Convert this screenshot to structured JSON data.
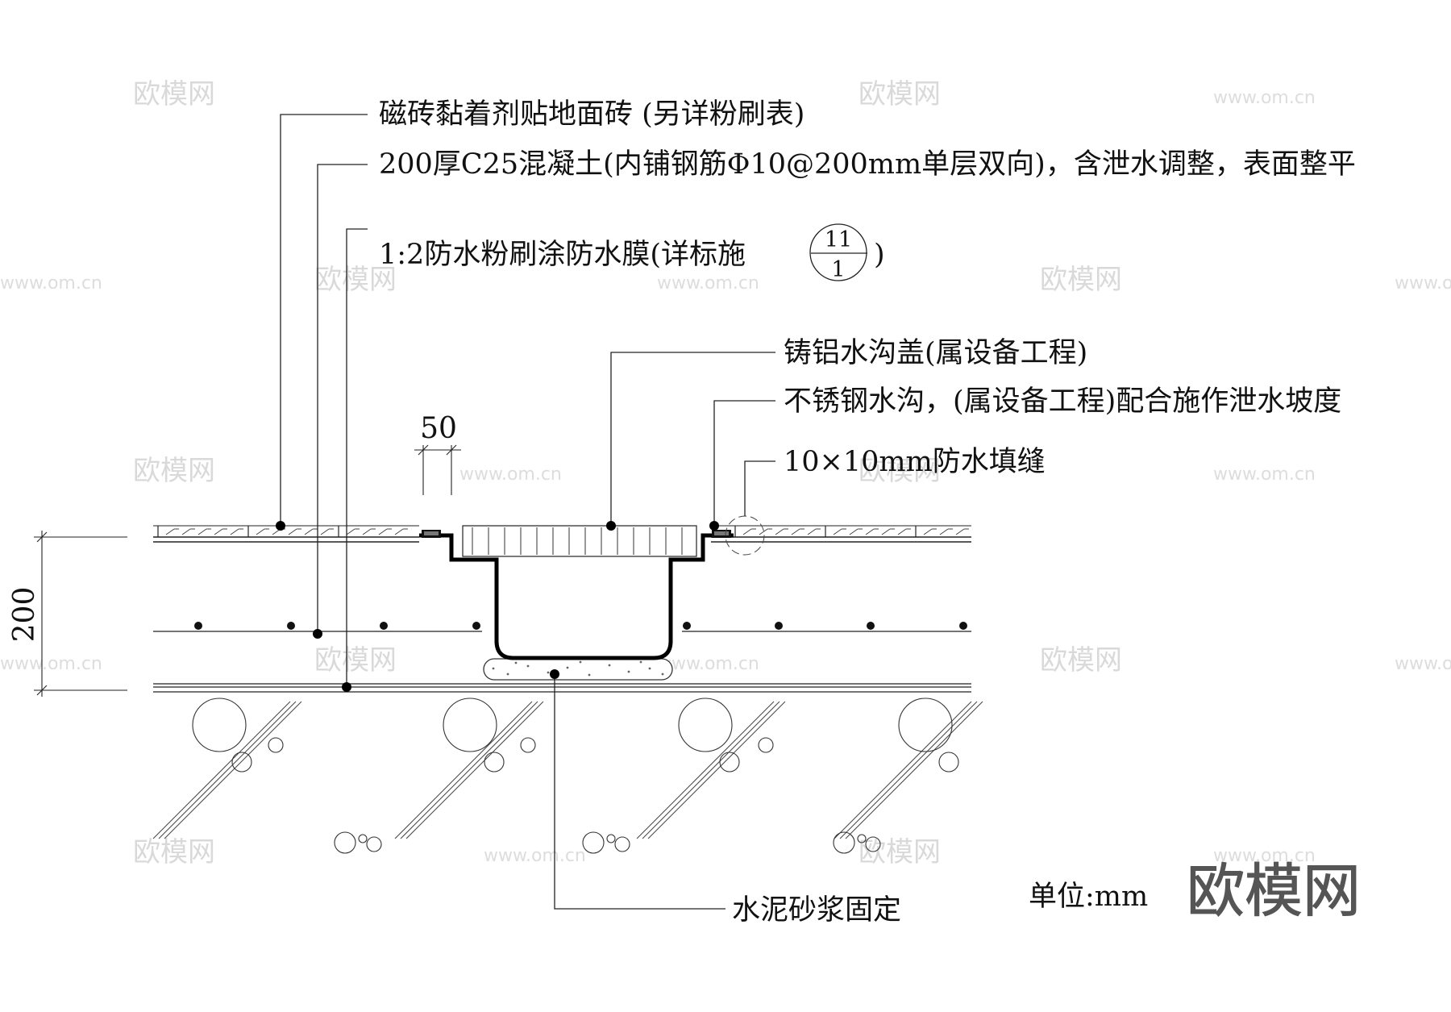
{
  "callouts": {
    "tile": "磁砖黏着剂贴地面砖 (另详粉刷表)",
    "concrete": "200厚C25混凝土(内铺钢筋Φ10@200mm单层双向)，含泄水调整，表面整平",
    "waterproof_prefix": "1:2防水粉刷涂防水膜(详标施",
    "waterproof_suffix": ")",
    "ref_top": "11",
    "ref_bottom": "1",
    "cover": "铸铝水沟盖(属设备工程)",
    "trench": "不锈钢水沟，(属设备工程)配合施作泄水坡度",
    "joint": "10×10mm防水填缝",
    "mortar": "水泥砂浆固定"
  },
  "dimensions": {
    "top_width": "50",
    "thickness": "200"
  },
  "unit_label": "单位:mm",
  "watermark": {
    "text": "欧模网",
    "url": "www.om.cn"
  },
  "brand_logo": "欧模网"
}
